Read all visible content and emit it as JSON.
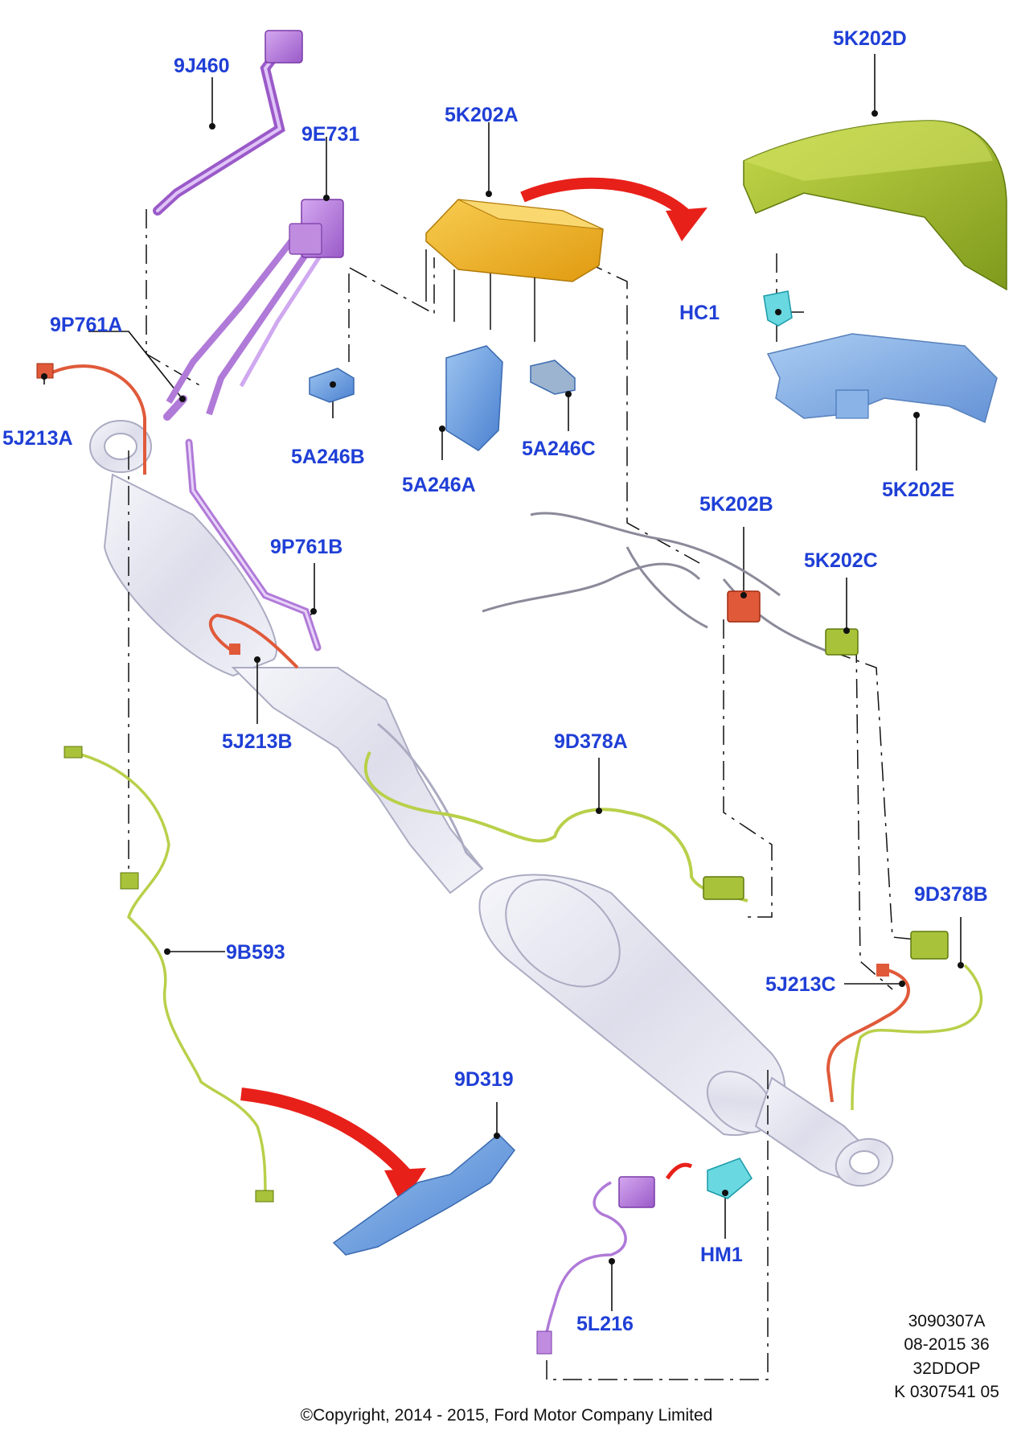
{
  "labels": {
    "l_9J460": "9J460",
    "l_9E731": "9E731",
    "l_5K202A": "5K202A",
    "l_5K202D": "5K202D",
    "l_9P761A": "9P761A",
    "l_HC1": "HC1",
    "l_5J213A": "5J213A",
    "l_5A246B": "5A246B",
    "l_5A246A": "5A246A",
    "l_5A246C": "5A246C",
    "l_5K202E": "5K202E",
    "l_5K202B": "5K202B",
    "l_9P761B": "9P761B",
    "l_5K202C": "5K202C",
    "l_5J213B": "5J213B",
    "l_9D378A": "9D378A",
    "l_9B593": "9B593",
    "l_9D378B": "9D378B",
    "l_5J213C": "5J213C",
    "l_9D319": "9D319",
    "l_HM1": "HM1",
    "l_5L216": "5L216"
  },
  "reference": {
    "line1": "3090307A",
    "line2": "08-2015 36",
    "line3": "32DDOP",
    "line4": "K 0307541 05"
  },
  "copyright": "©Copyright, 2014 - 2015, Ford Motor Company Limited",
  "colors": {
    "label": "#1f3fd6",
    "arrow": "#e8201a",
    "purple_part": "#b07ad8",
    "orange_part": "#f0b428",
    "olive_part": "#a8c23a",
    "blue_part": "#6a9fe0",
    "red_wire": "#e05a3a",
    "yellow_green_wire": "#b8d04a",
    "exhaust": "#c8c8dc"
  }
}
